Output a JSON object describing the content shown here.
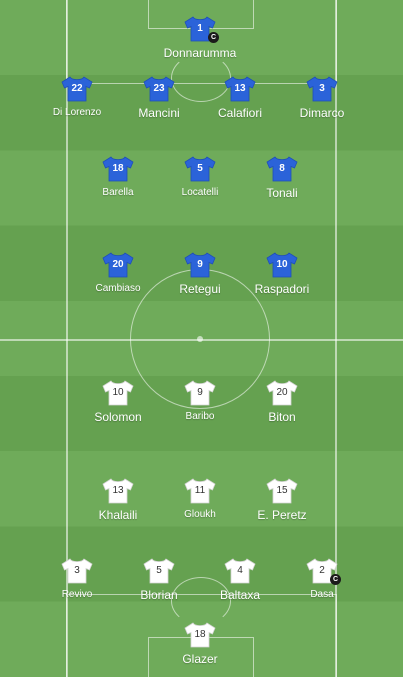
{
  "colors": {
    "home_shirt": "#2b63d9",
    "home_number": "#ffffff",
    "away_shirt": "#ffffff",
    "away_number": "#333333",
    "captain_badge": "#1b1b1b"
  },
  "home": {
    "gk": [
      {
        "number": "1",
        "name": "Donnarumma",
        "captain": "C"
      }
    ],
    "def": [
      {
        "number": "22",
        "name": "Di Lorenzo"
      },
      {
        "number": "23",
        "name": "Mancini"
      },
      {
        "number": "13",
        "name": "Calafiori"
      },
      {
        "number": "3",
        "name": "Dimarco"
      }
    ],
    "mid": [
      {
        "number": "18",
        "name": "Barella"
      },
      {
        "number": "5",
        "name": "Locatelli"
      },
      {
        "number": "8",
        "name": "Tonali"
      }
    ],
    "fwd": [
      {
        "number": "20",
        "name": "Cambiaso"
      },
      {
        "number": "9",
        "name": "Retegui"
      },
      {
        "number": "10",
        "name": "Raspadori"
      }
    ]
  },
  "away": {
    "fwd": [
      {
        "number": "10",
        "name": "Solomon"
      },
      {
        "number": "9",
        "name": "Baribo"
      },
      {
        "number": "20",
        "name": "Biton"
      }
    ],
    "mid": [
      {
        "number": "13",
        "name": "Khalaili"
      },
      {
        "number": "11",
        "name": "Gloukh"
      },
      {
        "number": "15",
        "name": "E. Peretz"
      }
    ],
    "def": [
      {
        "number": "3",
        "name": "Revivo"
      },
      {
        "number": "5",
        "name": "Blorian"
      },
      {
        "number": "4",
        "name": "Baltaxa"
      },
      {
        "number": "2",
        "name": "Dasa",
        "captain": "C"
      }
    ],
    "gk": [
      {
        "number": "18",
        "name": "Glazer"
      }
    ]
  }
}
